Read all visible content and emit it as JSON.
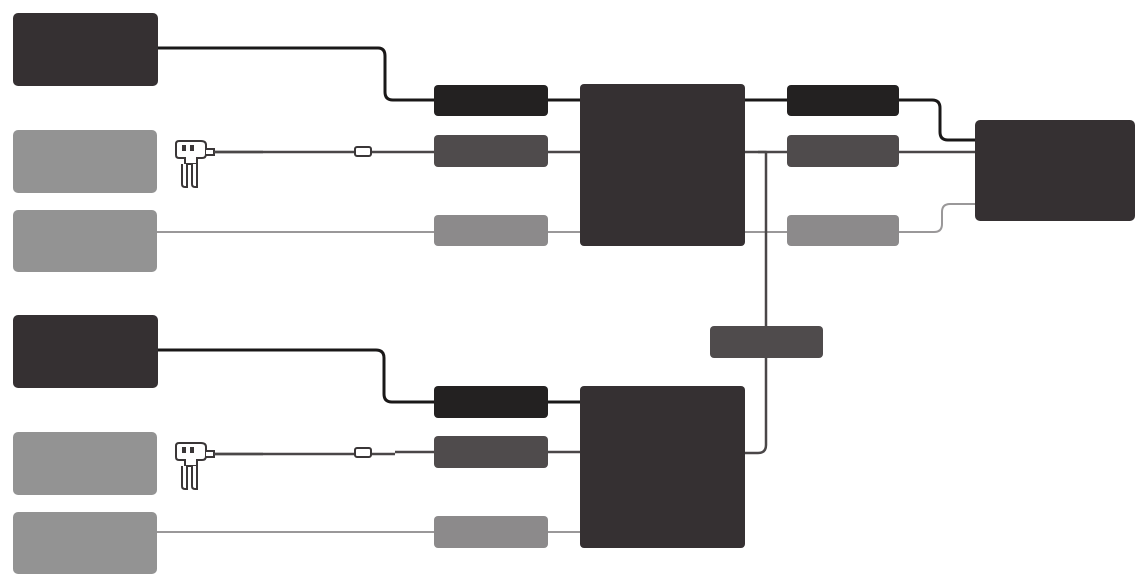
{
  "diagram": {
    "colors": {
      "dark_box": "#353032",
      "light_box": "#939393",
      "black_connector": "#232121",
      "dark_grey_connector": "#4f4b4c",
      "light_grey_connector": "#8c8a8b",
      "black_wire": "#1a1818",
      "dark_wire": "#4a4748",
      "light_wire": "#9a9899"
    },
    "nodes": [
      {
        "id": "source-top-dark",
        "kind": "dark_box"
      },
      {
        "id": "source-top-light-1",
        "kind": "light_box"
      },
      {
        "id": "source-top-light-2",
        "kind": "light_box"
      },
      {
        "id": "source-bottom-dark",
        "kind": "dark_box"
      },
      {
        "id": "source-bottom-light-1",
        "kind": "light_box"
      },
      {
        "id": "source-bottom-light-2",
        "kind": "light_box"
      },
      {
        "id": "hub-top",
        "kind": "dark_box"
      },
      {
        "id": "hub-bottom",
        "kind": "dark_box"
      },
      {
        "id": "output-device",
        "kind": "dark_box"
      },
      {
        "id": "bridge-connector",
        "kind": "dark_grey_connector"
      }
    ],
    "icons": [
      "fuse-tap-icon",
      "fuse-tap-icon"
    ]
  }
}
